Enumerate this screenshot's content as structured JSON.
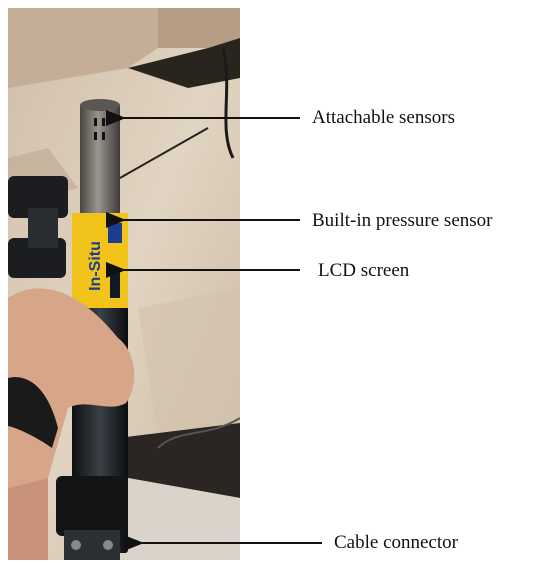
{
  "labels": {
    "attachable": "Attachable sensors",
    "pressure": "Built-in pressure sensor",
    "lcd": "LCD screen",
    "cable": "Cable connector"
  },
  "device": {
    "brand": "In-Situ",
    "brand_color": "#f2c31a",
    "body_color": "#1f2326",
    "sensor_tube_color": "#7a7670"
  },
  "colors": {
    "rock": "#d6c5b1",
    "shadow": "#2b2622",
    "ground": "#d9d3c9",
    "line": "#111111"
  }
}
